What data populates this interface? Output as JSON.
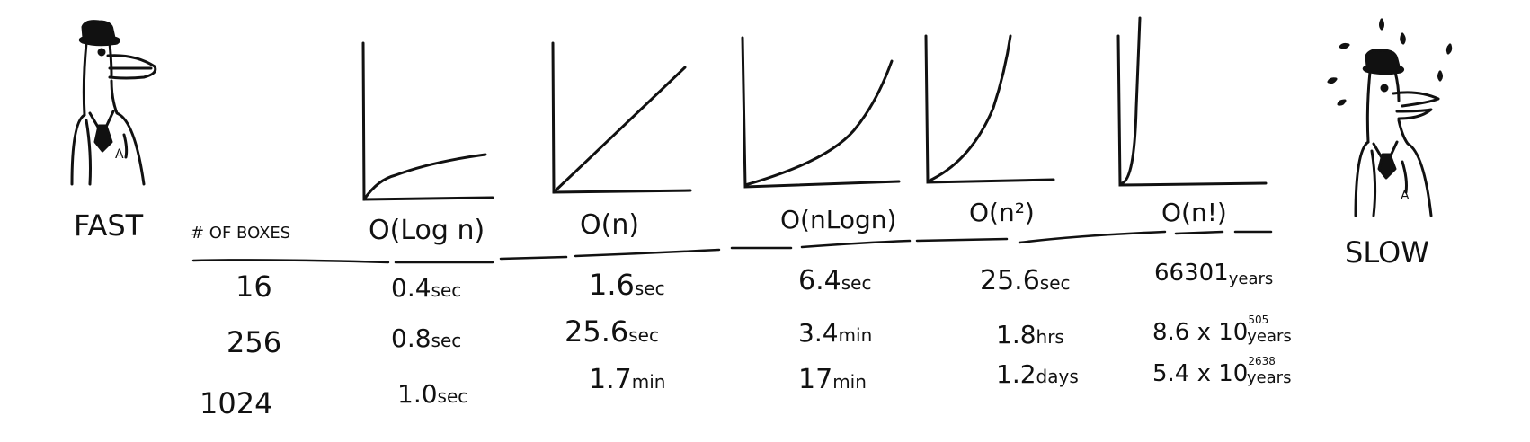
{
  "left_label": "FAST",
  "right_label": "SLOW",
  "column_header": "# OF BOXES",
  "complexities": [
    {
      "label": "O(Log n)",
      "curve": "log"
    },
    {
      "label": "O(n)",
      "curve": "linear"
    },
    {
      "label": "O(nLogn)",
      "curve": "nlogn"
    },
    {
      "label": "O(n²)",
      "curve": "quadratic"
    },
    {
      "label": "O(n!)",
      "curve": "factorial"
    }
  ],
  "rows": [
    {
      "boxes": "16",
      "times": [
        {
          "value": "0.4",
          "unit": "sec"
        },
        {
          "value": "1.6",
          "unit": "sec"
        },
        {
          "value": "6.4",
          "unit": "sec"
        },
        {
          "value": "25.6",
          "unit": "sec"
        },
        {
          "value": "66301",
          "unit": "years"
        }
      ]
    },
    {
      "boxes": "256",
      "times": [
        {
          "value": "0.8",
          "unit": "sec"
        },
        {
          "value": "25.6",
          "unit": "sec"
        },
        {
          "value": "3.4",
          "unit": "min"
        },
        {
          "value": "1.8",
          "unit": "hrs"
        },
        {
          "value": "8.6 x 10",
          "exp": "505",
          "unit": "years"
        }
      ]
    },
    {
      "boxes": "1024",
      "times": [
        {
          "value": "1.0",
          "unit": "sec"
        },
        {
          "value": "1.7",
          "unit": "min"
        },
        {
          "value": "17",
          "unit": "min"
        },
        {
          "value": "1.2",
          "unit": "days"
        },
        {
          "value": "5.4 x 10",
          "exp": "2638",
          "unit": "years"
        }
      ]
    }
  ]
}
